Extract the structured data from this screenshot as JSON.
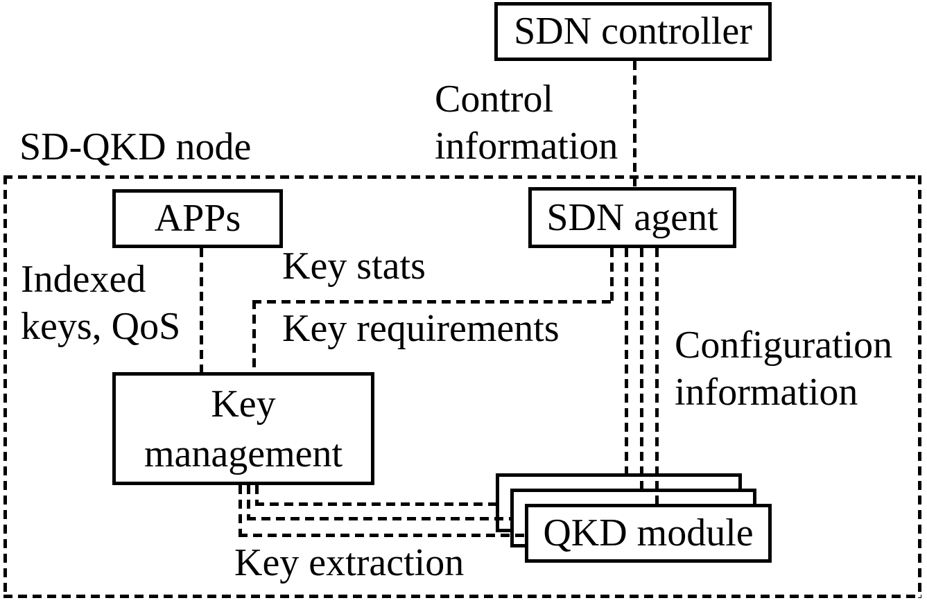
{
  "nodes": {
    "sdn_controller": "SDN controller",
    "apps": "APPs",
    "sdn_agent": "SDN agent",
    "key_management": [
      "Key",
      "management"
    ],
    "qkd_module": "QKD module"
  },
  "labels": {
    "container": "SD-QKD node",
    "control_information": [
      "Control",
      "information"
    ],
    "indexed_keys_qos": [
      "Indexed",
      "keys, QoS"
    ],
    "key_stats": "Key stats",
    "key_requirements": "Key requirements",
    "configuration_information": [
      "Configuration",
      "information"
    ],
    "key_extraction": "Key extraction"
  },
  "colors": {
    "ink": "#000000",
    "background": "#ffffff"
  }
}
